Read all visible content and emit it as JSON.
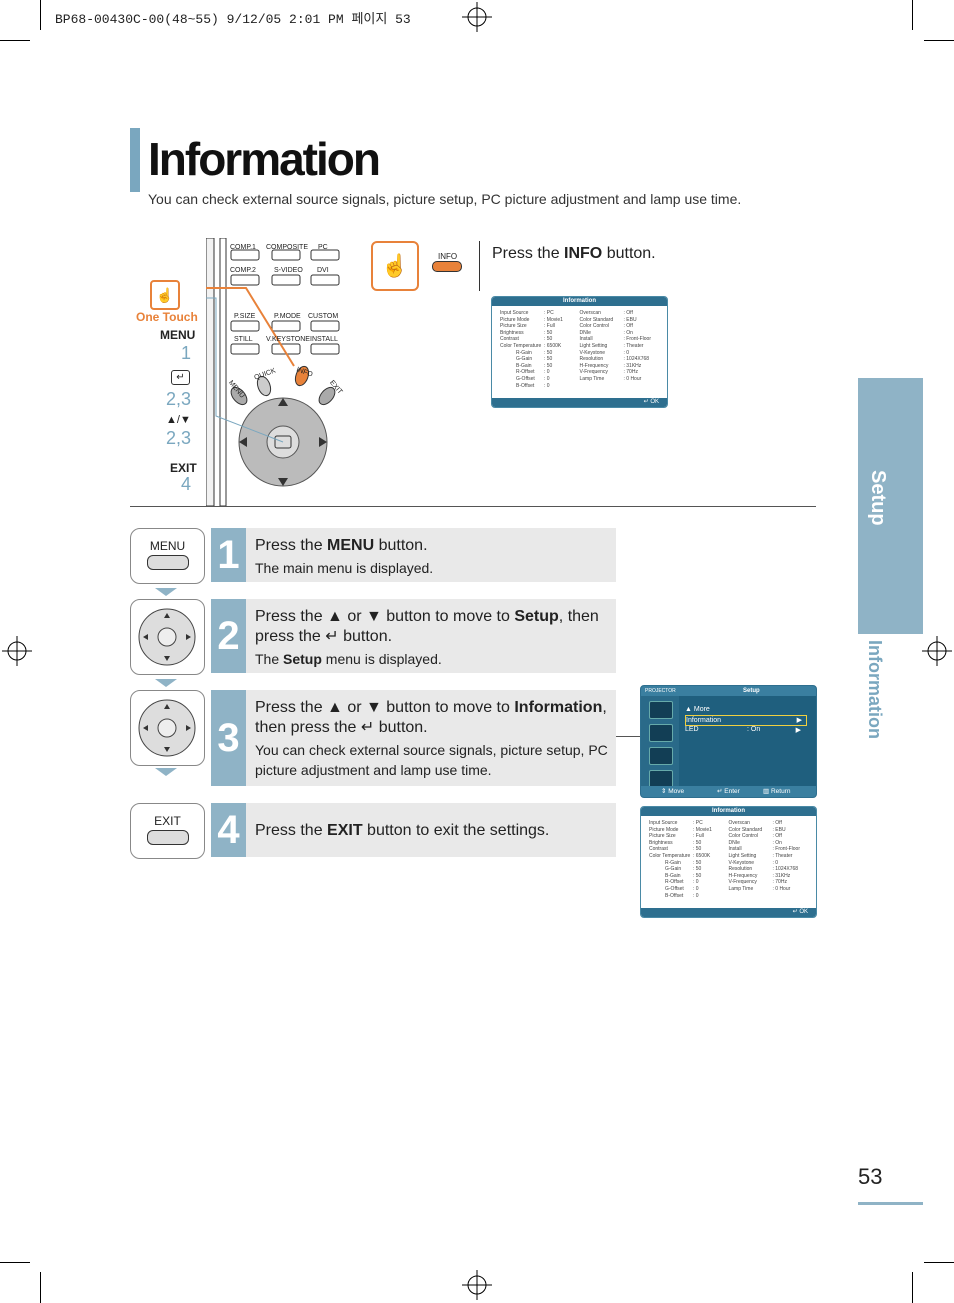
{
  "print_header": "BP68-00430C-00(48~55)  9/12/05  2:01 PM 페이지 53",
  "page": {
    "title": "Information",
    "subtitle": "You can check external source signals, picture setup, PC picture adjustment and lamp use time.",
    "side_tab": "Setup",
    "side_section": "Information",
    "page_number": "53"
  },
  "remote": {
    "onetouch_label": "One Touch",
    "menu_label": "MENU",
    "menu_step": "1",
    "enter_step": "2,3",
    "arrow_label": "▲/▼",
    "arrow_step": "2,3",
    "exit_label": "EXIT",
    "exit_step": "4",
    "buttons": [
      "COMP.1",
      "COMPOSITE",
      "PC",
      "COMP.2",
      "S-VIDEO",
      "DVI",
      "P.SIZE",
      "P.MODE",
      "CUSTOM",
      "STILL",
      "V.KEYSTONE",
      "INSTALL",
      "MENU",
      "QUICK",
      "INFO",
      "EXIT"
    ]
  },
  "one_touch": {
    "info_label": "INFO",
    "press_prefix": "Press the ",
    "press_bold": "INFO",
    "press_suffix": " button."
  },
  "osd_info": {
    "title": "Information",
    "left": [
      {
        "k": "Input Source",
        "v": ": PC"
      },
      {
        "k": "Picture Mode",
        "v": ": Movie1"
      },
      {
        "k": "Picture Size",
        "v": ": Full"
      },
      {
        "k": "Brightness",
        "v": ": 50"
      },
      {
        "k": "Contrast",
        "v": ": 50"
      },
      {
        "k": "Color Temperature",
        "v": ": 6500K"
      },
      {
        "k": "R-Gain",
        "v": ": 50"
      },
      {
        "k": "G-Gain",
        "v": ": 50"
      },
      {
        "k": "B-Gain",
        "v": ": 50"
      },
      {
        "k": "R-Offset",
        "v": ": 0"
      },
      {
        "k": "G-Offset",
        "v": ": 0"
      },
      {
        "k": "B-Offset",
        "v": ": 0"
      }
    ],
    "right": [
      {
        "k": "Overscan",
        "v": ": Off"
      },
      {
        "k": "Color Standard",
        "v": ": EBU"
      },
      {
        "k": "Color Control",
        "v": ": Off"
      },
      {
        "k": "DNIe",
        "v": ": On"
      },
      {
        "k": "Install",
        "v": ": Front-Floor"
      },
      {
        "k": "Light Setting",
        "v": ": Theater"
      },
      {
        "k": "V-Keystone",
        "v": ": 0"
      },
      {
        "k": "Resolution",
        "v": ": 1024X768"
      },
      {
        "k": "H-Frequency",
        "v": ": 31KHz"
      },
      {
        "k": "V-Frequency",
        "v": ": 70Hz"
      },
      {
        "k": "Lamp Time",
        "v": ": 0 Hour"
      }
    ],
    "ok": "OK"
  },
  "steps": [
    {
      "num": "1",
      "btn": "MENU",
      "main_prefix": "Press the ",
      "main_bold": "MENU",
      "main_suffix": " button.",
      "sub": "The main menu is displayed."
    },
    {
      "num": "2",
      "main_prefix": "Press the ▲ or ▼ button to move to ",
      "main_bold": "Setup",
      "main_suffix": ", then press the ↵ button.",
      "sub_prefix": "The ",
      "sub_bold": "Setup",
      "sub_suffix": " menu is displayed."
    },
    {
      "num": "3",
      "main_prefix": "Press the ▲ or ▼ button to move to ",
      "main_bold": "Information",
      "main_suffix": ", then press the ↵ button.",
      "sub": "You can check external source signals, picture setup, PC picture adjustment and lamp use time."
    },
    {
      "num": "4",
      "btn": "EXIT",
      "main_prefix": "Press the ",
      "main_bold": "EXIT",
      "main_suffix": " button to exit the settings."
    }
  ],
  "osd_setup": {
    "brand": "PROJECTOR",
    "title": "Setup",
    "more": "▲ More",
    "item1": "Information",
    "item2": "LED",
    "item2_value": ": On",
    "move": "Move",
    "enter": "Enter",
    "return": "Return"
  },
  "colors": {
    "accent": "#8fb3c6",
    "orange": "#e8823a",
    "osd_blue": "#2e6f8f"
  }
}
